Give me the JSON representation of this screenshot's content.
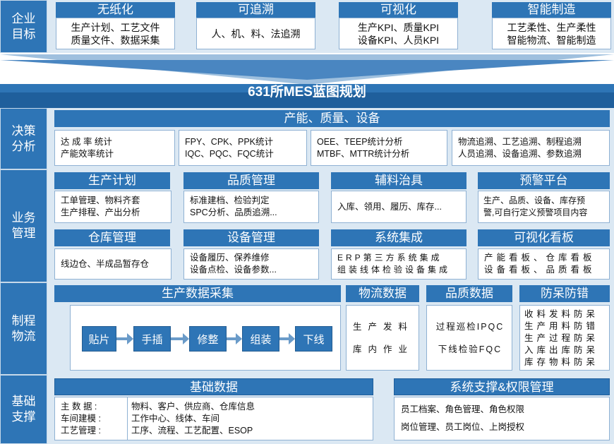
{
  "goals": {
    "side": "企业\n目标",
    "items": [
      {
        "title": "无纸化",
        "text": "生产计划、工艺文件\n质量文件、数据采集"
      },
      {
        "title": "可追溯",
        "text": "人、机、料、法追溯"
      },
      {
        "title": "可视化",
        "text": "生产KPI、质量KPI\n设备KPI、人员KPI"
      },
      {
        "title": "智能制造",
        "text": "工艺柔性、生产柔性\n智能物流、智能制造"
      }
    ]
  },
  "banner": "631所MES蓝图规划",
  "decision": {
    "side": "决策\n分析",
    "title": "产能、质量、设备",
    "boxes": [
      "达 成 率 统计\n产能效率统计",
      "FPY、CPK、PPK统计\nIQC、PQC、FQC统计",
      "OEE、TEEP统计分析\nMTBF、MTTR统计分析",
      "物流追溯、工艺追溯、制程追溯\n人员追溯、设备追溯、参数追溯"
    ]
  },
  "business": {
    "side": "业务\n管理",
    "modules": [
      {
        "title": "生产计划",
        "text": "工单管理、物料齐套\n生产排程、产出分析"
      },
      {
        "title": "品质管理",
        "text": "标准建档、检验判定\nSPC分析、品质追溯..."
      },
      {
        "title": "辅料治具",
        "text": "入库、领用、履历、库存..."
      },
      {
        "title": "预警平台",
        "text": "生产、品质、设备、库存预\n警,可自行定义预警项目内容"
      },
      {
        "title": "仓库管理",
        "text": "线边仓、半成品暂存仓"
      },
      {
        "title": "设备管理",
        "text": "设备履历、保养维修\n设备点检、设备参数..."
      },
      {
        "title": "系统集成",
        "text": "ERP第三方系统集成\n组装线体检验设备集成"
      },
      {
        "title": "可视化看板",
        "text": "产能看板、仓库看板\n设备看板、品质看板"
      }
    ]
  },
  "process": {
    "side": "制程\n物流",
    "collect_title": "生产数据采集",
    "steps": [
      "贴片",
      "手插",
      "修整",
      "组装",
      "下线"
    ],
    "logistics": {
      "title": "物流数据",
      "lines": [
        "生产发料",
        "库内作业"
      ]
    },
    "quality": {
      "title": "品质数据",
      "lines": [
        "过程巡检IPQC",
        "下线检验FQC"
      ]
    },
    "foolproof": {
      "title": "防呆防错",
      "text": "收料发料防呆\n生产用料防错\n生产过程防呆\n入库出库防呆\n库存物料防呆"
    }
  },
  "foundation": {
    "side": "基础\n支撑",
    "basic": {
      "title": "基础数据",
      "labels": "主  数  据 :\n车间建模 :\n工艺管理 :",
      "values": "物料、客户、供应商、仓库信息\n工作中心、线体、车间\n工序、流程、工艺配置、ESOP"
    },
    "system": {
      "title": "系统支撑&权限管理",
      "lines": [
        "员工档案、角色管理、角色权限",
        "岗位管理、员工岗位、上岗授权"
      ]
    }
  },
  "colors": {
    "primary": "#2e75b6",
    "band": "#dbe8f3",
    "border": "#8fb1d3"
  }
}
